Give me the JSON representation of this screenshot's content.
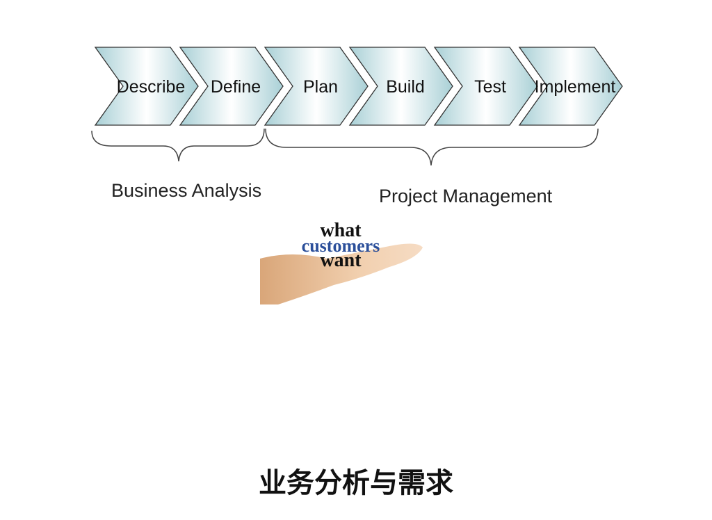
{
  "stages": [
    "Describe",
    "Define",
    "Plan",
    "Build",
    "Test",
    "Implement"
  ],
  "groups": [
    {
      "label": "Business Analysis"
    },
    {
      "label": "Project Management"
    }
  ],
  "image": {
    "line1": "what",
    "line2": "customers",
    "line3": "want"
  },
  "title": "业务分析与需求",
  "colors": {
    "chevron_dark": "#a9d0d6",
    "chevron_light": "#ffffff",
    "blue": "#2b4f9a"
  }
}
